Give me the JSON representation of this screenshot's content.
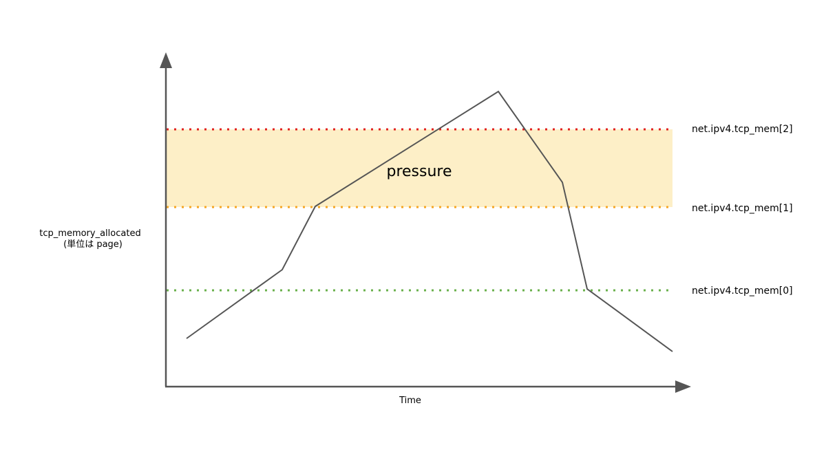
{
  "labels": {
    "y_axis_line1": "tcp_memory_allocated",
    "y_axis_line2": "(単位は page)",
    "x_axis": "Time",
    "zone": "pressure",
    "threshold_high": "net.ipv4.tcp_mem[2]",
    "threshold_mid": "net.ipv4.tcp_mem[1]",
    "threshold_low": "net.ipv4.tcp_mem[0]"
  },
  "colors": {
    "axis": "#555555",
    "curve": "#555555",
    "pressure_band": "#fdefc7",
    "threshold_high": "#e02020",
    "threshold_mid": "#f5a623",
    "threshold_low": "#6ab04c"
  }
}
